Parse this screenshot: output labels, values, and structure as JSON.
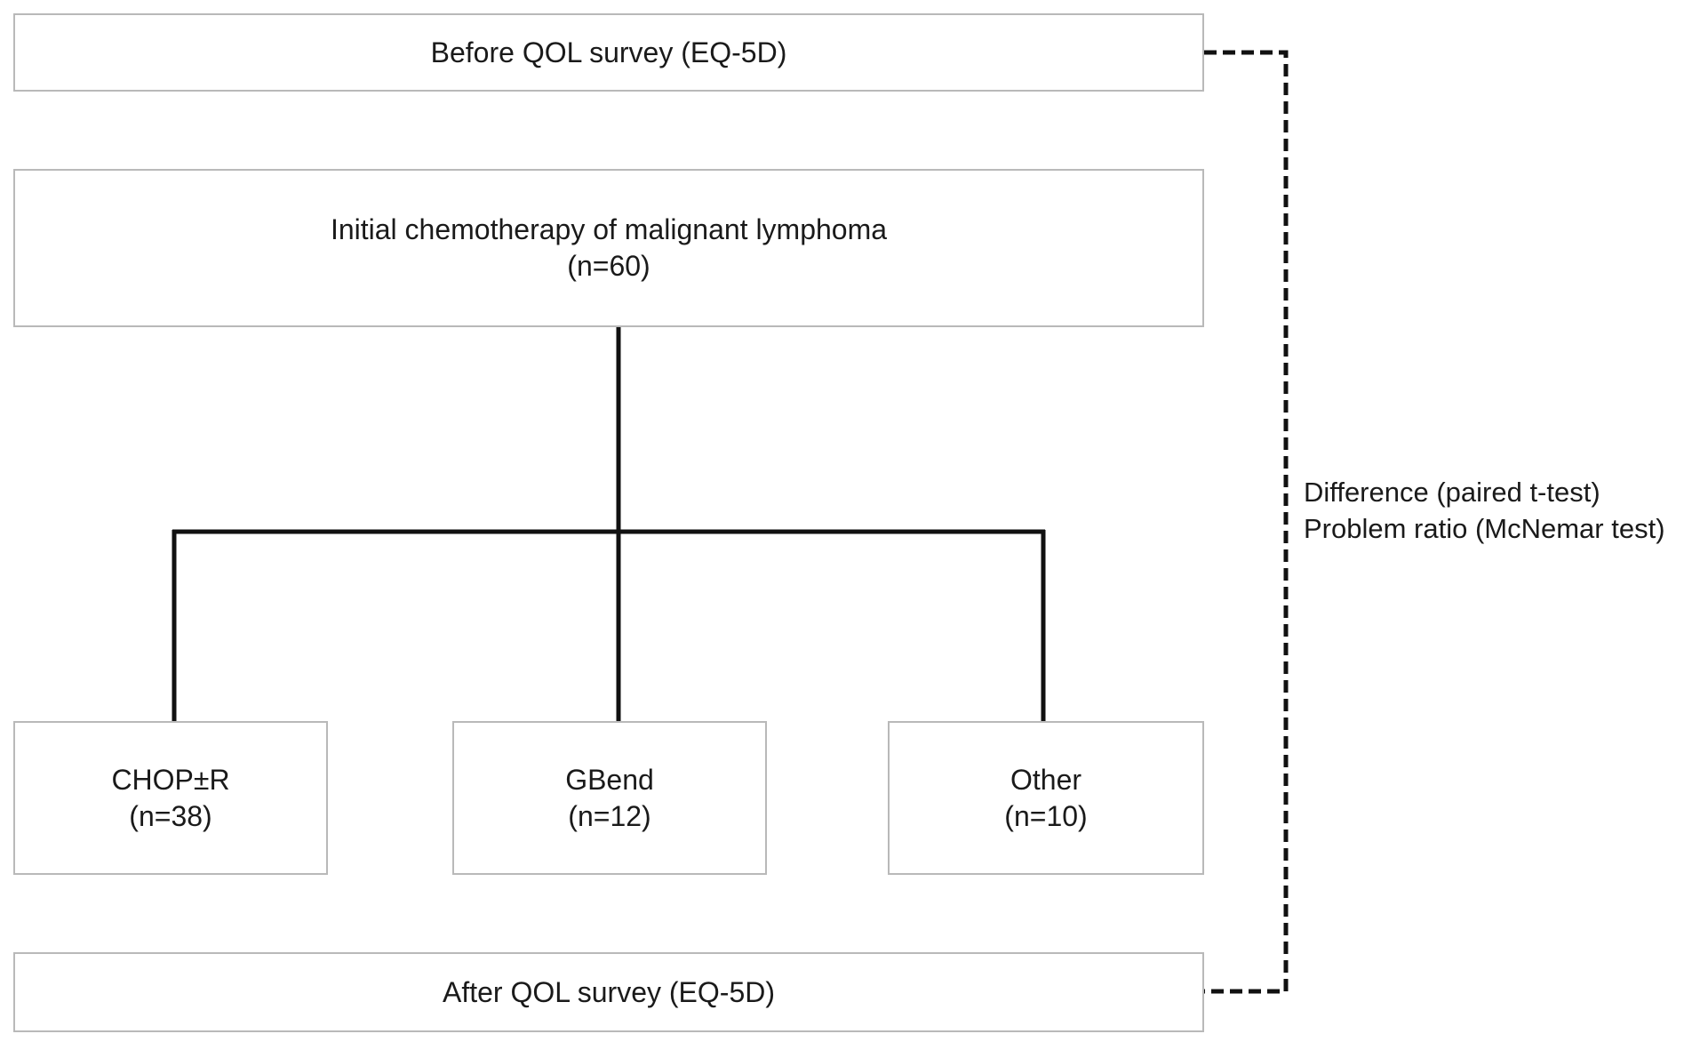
{
  "flowchart": {
    "before_survey": "Before QOL survey (EQ-5D)",
    "initial_chemo": {
      "title": "Initial chemotherapy of malignant lymphoma",
      "count": "(n=60)"
    },
    "regimens": [
      {
        "name": "CHOP±R",
        "count": "(n=38)"
      },
      {
        "name": "GBend",
        "count": "(n=12)"
      },
      {
        "name": "Other",
        "count": "(n=10)"
      }
    ],
    "after_survey": "After QOL survey (EQ-5D)",
    "comparison": {
      "line1": "Difference (paired t-test)",
      "line2": "Problem ratio (McNemar test)"
    }
  }
}
